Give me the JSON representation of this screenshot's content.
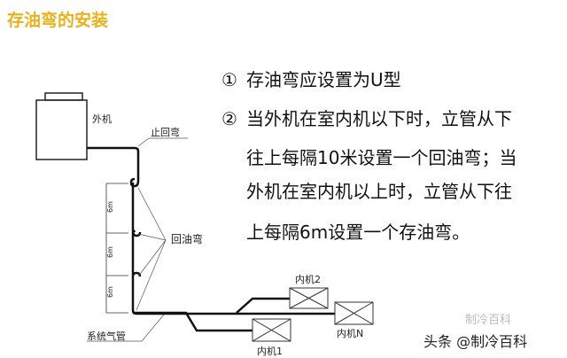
{
  "title": "存油弯的安装",
  "rules": [
    {
      "num": "①",
      "lines": [
        "存油弯应设置为U型"
      ]
    },
    {
      "num": "②",
      "lines": [
        "当外机在室内机以下时，立管从下",
        "往上每隔10米设置一个回油弯；当",
        "外机在室内机以上时，立管从下往",
        "上每隔6m设置一个存油弯。"
      ]
    }
  ],
  "diagram": {
    "outdoor_unit": "外机",
    "check_bend": "止回弯",
    "oil_return_bend": "回油弯",
    "system_gas_pipe": "系统气管",
    "spacing": [
      "6m",
      "6m",
      "6m"
    ],
    "indoor_units": [
      "内机1",
      "内机2",
      "内机N"
    ]
  },
  "watermark": {
    "faded": "制冷百科",
    "text": "头条 @制冷百科"
  }
}
